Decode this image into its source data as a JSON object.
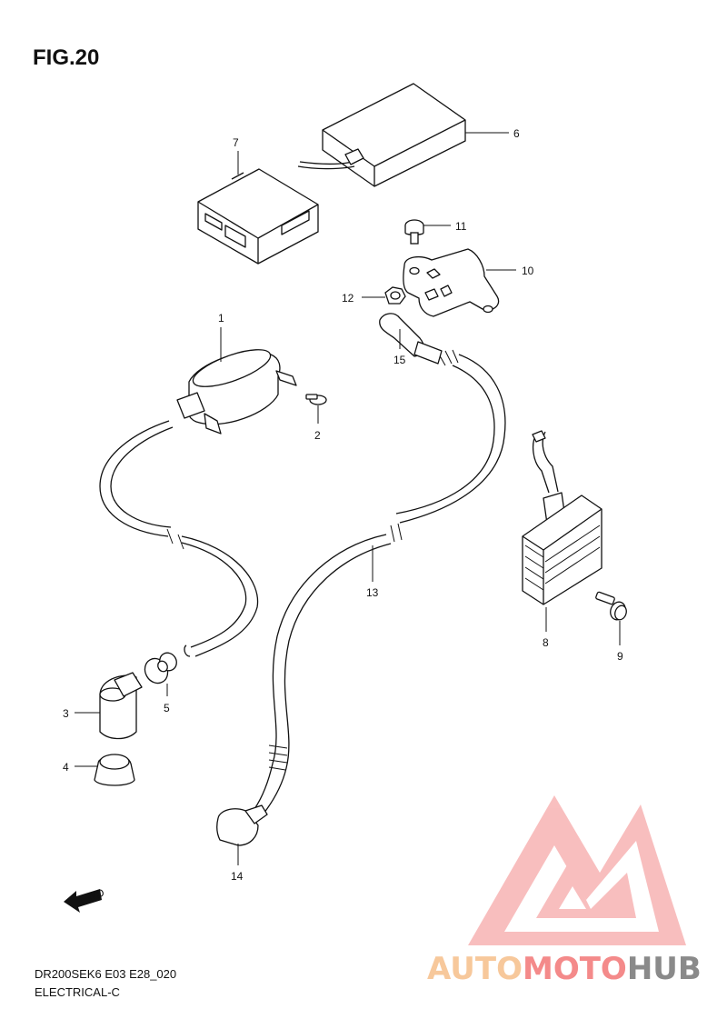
{
  "figure": {
    "title": "FIG.20",
    "model_code": "DR200SEK6 E03 E28_020",
    "section": "ELECTRICAL-C",
    "fwd_label": "FWD"
  },
  "callouts": [
    {
      "num": "1"
    },
    {
      "num": "2"
    },
    {
      "num": "3"
    },
    {
      "num": "4"
    },
    {
      "num": "5"
    },
    {
      "num": "6"
    },
    {
      "num": "7"
    },
    {
      "num": "8"
    },
    {
      "num": "9"
    },
    {
      "num": "10"
    },
    {
      "num": "11"
    },
    {
      "num": "12"
    },
    {
      "num": "13"
    },
    {
      "num": "14"
    },
    {
      "num": "15"
    }
  ],
  "watermark": {
    "part_a": "AUTO",
    "part_b": "MOTO",
    "part_c": "HUB",
    "colors": {
      "auto": "#f7c89b",
      "moto": "#f48a8a",
      "hub": "#8a8a8a",
      "logo": "#f48a8a"
    }
  }
}
